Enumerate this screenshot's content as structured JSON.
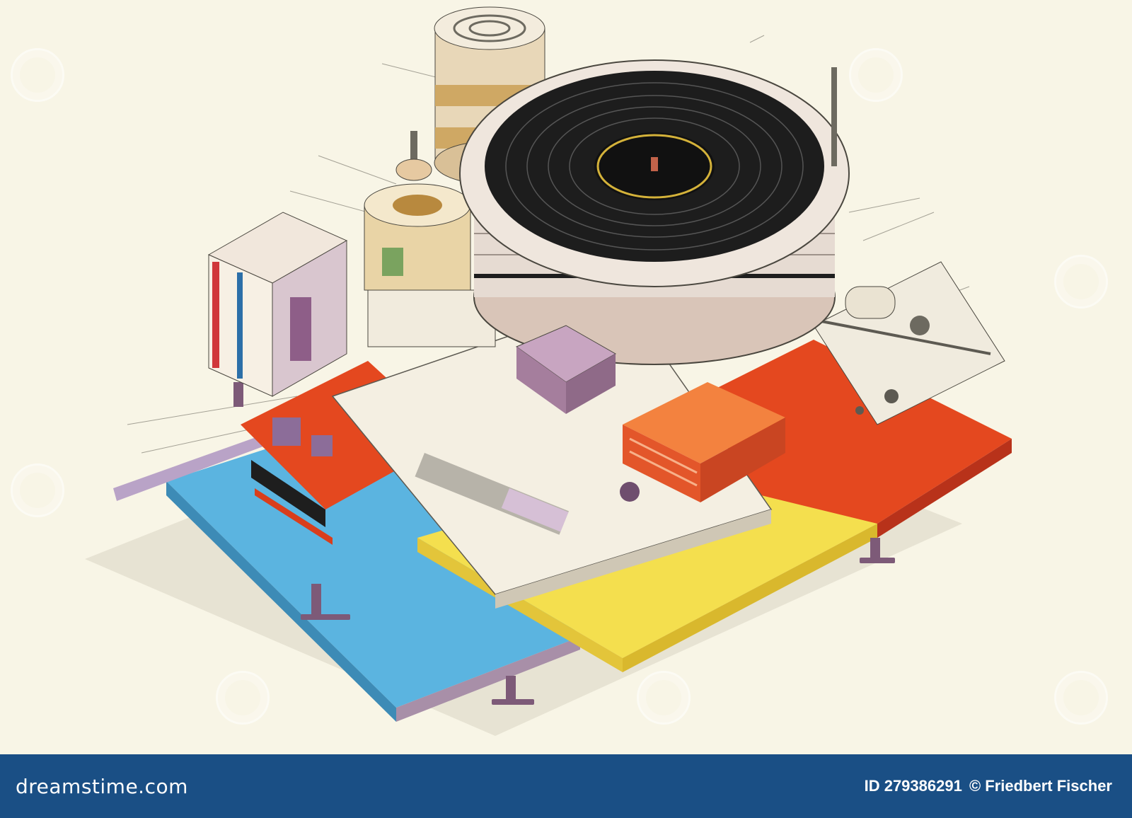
{
  "image": {
    "subject": "isometric technical illustration of a turntable assembly",
    "colors": {
      "background": "#f8f5e6",
      "footer": "#1a4f85",
      "blue_panel": "#5bb4e0",
      "yellow_panel": "#f4df4e",
      "red_panel": "#e4481f",
      "vinyl": "#1d1d1d",
      "label_ring": "#d4b23a"
    }
  },
  "footer": {
    "brand": "dreamstime.com",
    "id_label": "ID 279386291",
    "credit": "© Friedbert Fischer"
  }
}
